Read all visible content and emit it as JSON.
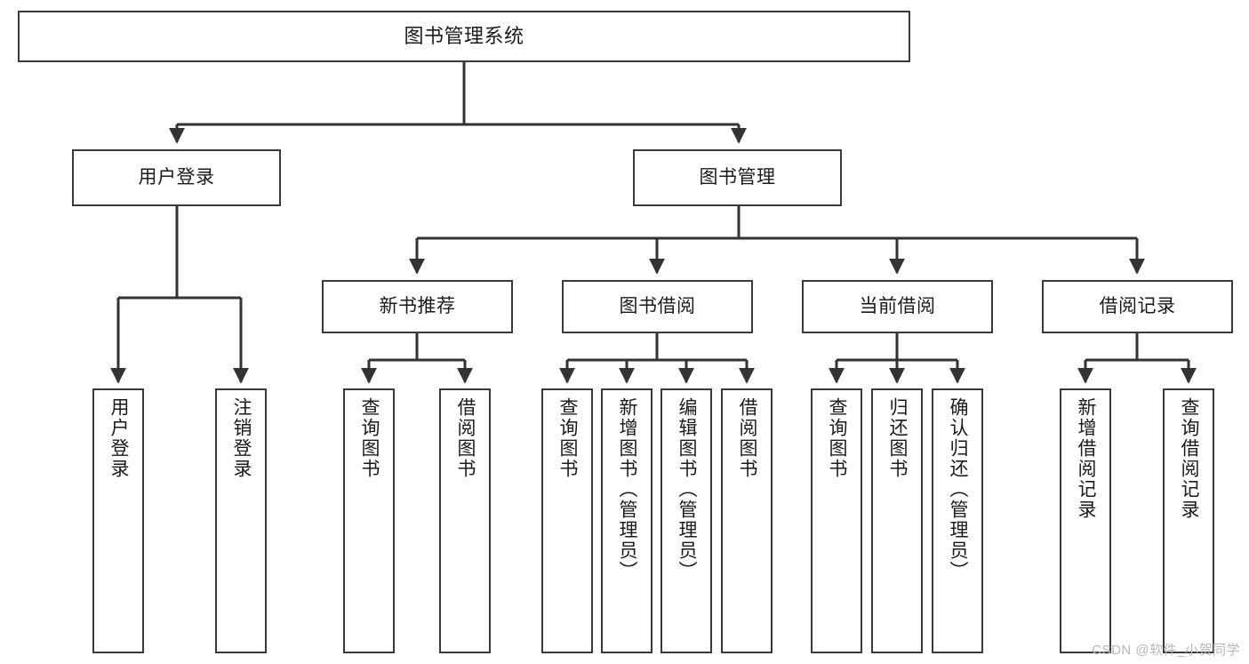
{
  "diagram": {
    "type": "tree",
    "title": "图书管理系统",
    "watermark": "CSDN @软件_小贺同学",
    "colors": {
      "node_border": "#3a3a3a",
      "node_fill": "#ffffff",
      "edge": "#333333",
      "text": "#1b1b1b",
      "watermark": "#b9b9b9"
    },
    "levels": {
      "root": "图书管理系统",
      "level2": [
        "用户登录",
        "图书管理"
      ],
      "level3": [
        "新书推荐",
        "图书借阅",
        "当前借阅",
        "借阅记录"
      ]
    },
    "nodes": {
      "root": {
        "label": "图书管理系统"
      },
      "user_login": {
        "label": "用户登录"
      },
      "book_manage": {
        "label": "图书管理"
      },
      "new_book_rec": {
        "label": "新书推荐"
      },
      "book_borrow": {
        "label": "图书借阅"
      },
      "current_borrow": {
        "label": "当前借阅"
      },
      "borrow_record": {
        "label": "借阅记录"
      },
      "leaf_user_login": {
        "label": "用户登录"
      },
      "leaf_logout": {
        "label": "注销登录"
      },
      "leaf_query_book_1": {
        "label": "查询图书"
      },
      "leaf_borrow_book_1": {
        "label": "借阅图书"
      },
      "leaf_query_book_2": {
        "label": "查询图书"
      },
      "leaf_add_book": {
        "label": "新增图书（管理员）"
      },
      "leaf_edit_book": {
        "label": "编辑图书（管理员）"
      },
      "leaf_borrow_book_2": {
        "label": "借阅图书"
      },
      "leaf_query_book_3": {
        "label": "查询图书"
      },
      "leaf_return_book": {
        "label": "归还图书"
      },
      "leaf_confirm_return": {
        "label": "确认归还（管理员）"
      },
      "leaf_add_record": {
        "label": "新增借阅记录"
      },
      "leaf_query_record": {
        "label": "查询借阅记录"
      }
    },
    "edges": [
      {
        "from": "root",
        "to": "user_login"
      },
      {
        "from": "root",
        "to": "book_manage"
      },
      {
        "from": "user_login",
        "to": "leaf_user_login"
      },
      {
        "from": "user_login",
        "to": "leaf_logout"
      },
      {
        "from": "book_manage",
        "to": "new_book_rec"
      },
      {
        "from": "book_manage",
        "to": "book_borrow"
      },
      {
        "from": "book_manage",
        "to": "current_borrow"
      },
      {
        "from": "book_manage",
        "to": "borrow_record"
      },
      {
        "from": "new_book_rec",
        "to": "leaf_query_book_1"
      },
      {
        "from": "new_book_rec",
        "to": "leaf_borrow_book_1"
      },
      {
        "from": "book_borrow",
        "to": "leaf_query_book_2"
      },
      {
        "from": "book_borrow",
        "to": "leaf_add_book"
      },
      {
        "from": "book_borrow",
        "to": "leaf_edit_book"
      },
      {
        "from": "book_borrow",
        "to": "leaf_borrow_book_2"
      },
      {
        "from": "current_borrow",
        "to": "leaf_query_book_3"
      },
      {
        "from": "current_borrow",
        "to": "leaf_return_book"
      },
      {
        "from": "current_borrow",
        "to": "leaf_confirm_return"
      },
      {
        "from": "borrow_record",
        "to": "leaf_add_record"
      },
      {
        "from": "borrow_record",
        "to": "leaf_query_record"
      }
    ]
  }
}
